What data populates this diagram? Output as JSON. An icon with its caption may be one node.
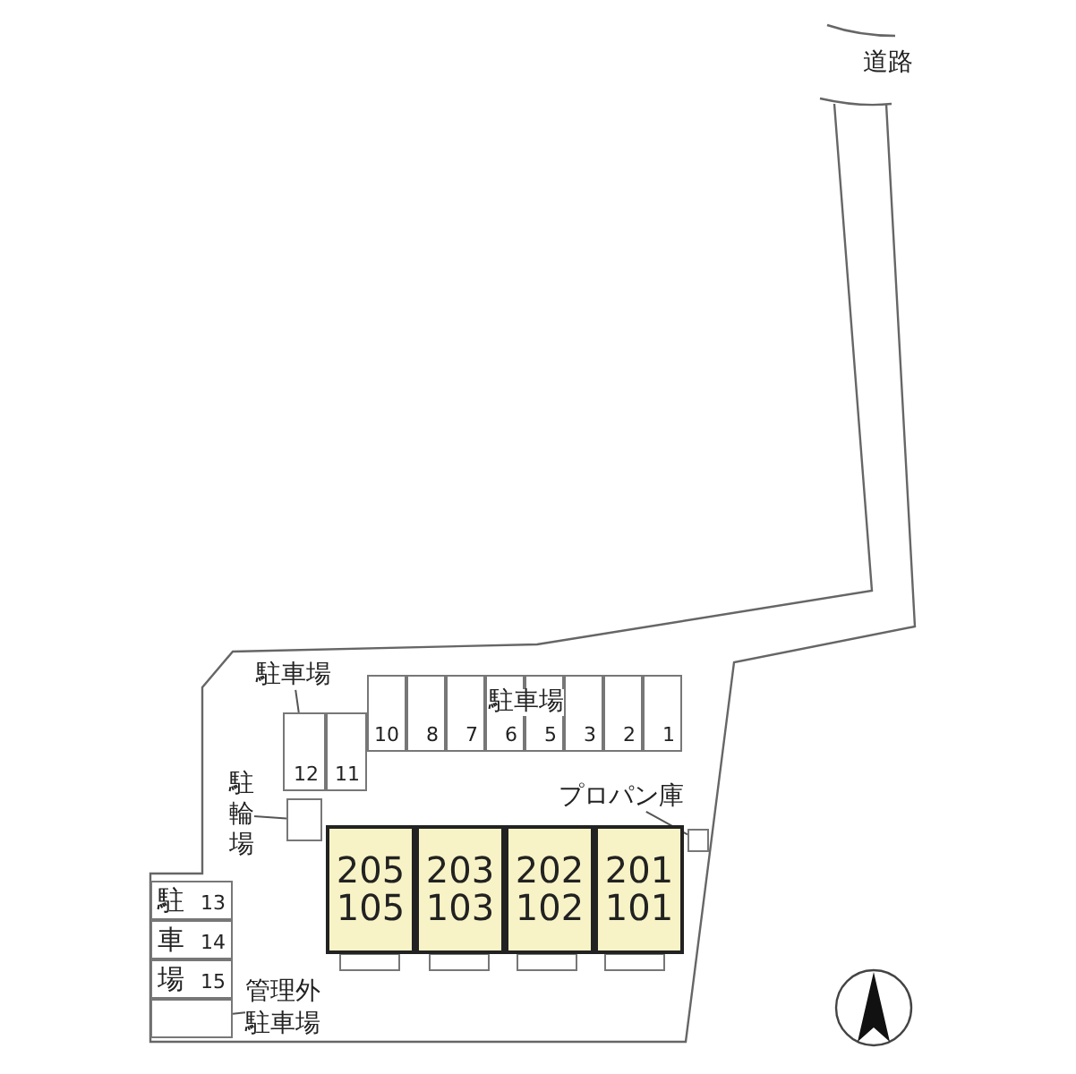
{
  "diagram": {
    "nodes": [
      {
        "text": [
          "道路"
        ]
      },
      {
        "text": [
          "駐車場"
        ]
      },
      {
        "text": [
          "10"
        ]
      },
      {
        "text": [
          "8"
        ]
      },
      {
        "text": [
          "7"
        ]
      },
      {
        "text": [
          "6"
        ]
      },
      {
        "text": [
          "5"
        ]
      },
      {
        "text": [
          "3"
        ]
      },
      {
        "text": [
          "2"
        ]
      },
      {
        "text": [
          "1"
        ]
      },
      {
        "text": [
          "12"
        ]
      },
      {
        "text": [
          "11"
        ]
      },
      {
        "text": [
          "駐輪場"
        ]
      },
      {
        "text": [],
        "shape": "box"
      },
      {
        "text": [
          "プロパン庫"
        ]
      },
      {
        "text": [],
        "shape": "box"
      },
      {
        "text": [
          "205",
          "105"
        ]
      },
      {
        "text": [
          "203",
          "103"
        ]
      },
      {
        "text": [
          "202",
          "102"
        ]
      },
      {
        "text": [
          "201",
          "101"
        ]
      },
      {
        "text": [
          "13"
        ]
      },
      {
        "text": [
          "14"
        ]
      },
      {
        "text": [
          "15"
        ]
      },
      {
        "text": [],
        "shape": "box"
      },
      {
        "text": [
          "管理外駐車場"
        ]
      }
    ],
    "edges": [
      {
        "from": 1,
        "to": 10,
        "arrow": "none"
      },
      {
        "from": 12,
        "to": 13,
        "arrow": "none"
      },
      {
        "from": 14,
        "to": 15,
        "arrow": "none"
      },
      {
        "from": 24,
        "to": 23,
        "arrow": "none"
      }
    ],
    "labels": [
      "駐車場",
      "駐車場"
    ]
  }
}
